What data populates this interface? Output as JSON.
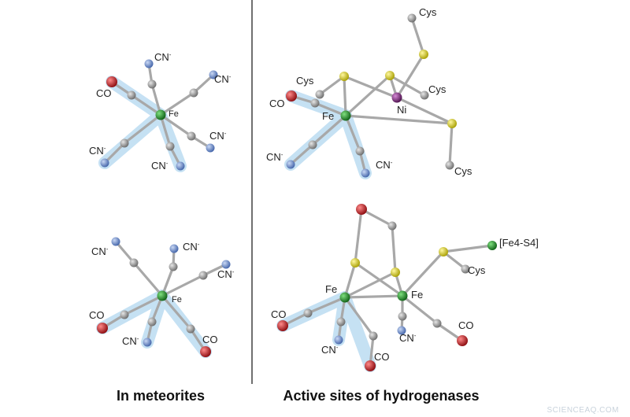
{
  "captions": {
    "left": "In meteorites",
    "right": "Active sites of hydrogenases"
  },
  "labels": {
    "cn": "CN",
    "charge": "-",
    "co": "CO",
    "fe": "Fe",
    "ni": "Ni",
    "cys": "Cys",
    "cluster": "[Fe4-S4]"
  },
  "watermark": "SCIENCEAQ.COM",
  "colors": {
    "iron": "#1f8a2a",
    "nitrogen": "#6f8fd0",
    "oxygen": "#c8161c",
    "carbon": "#9a9a9a",
    "sulfur": "#d9d21c",
    "nickel": "#7a1f7a",
    "highlight": "#bcdcf2",
    "divider": "#333333"
  }
}
